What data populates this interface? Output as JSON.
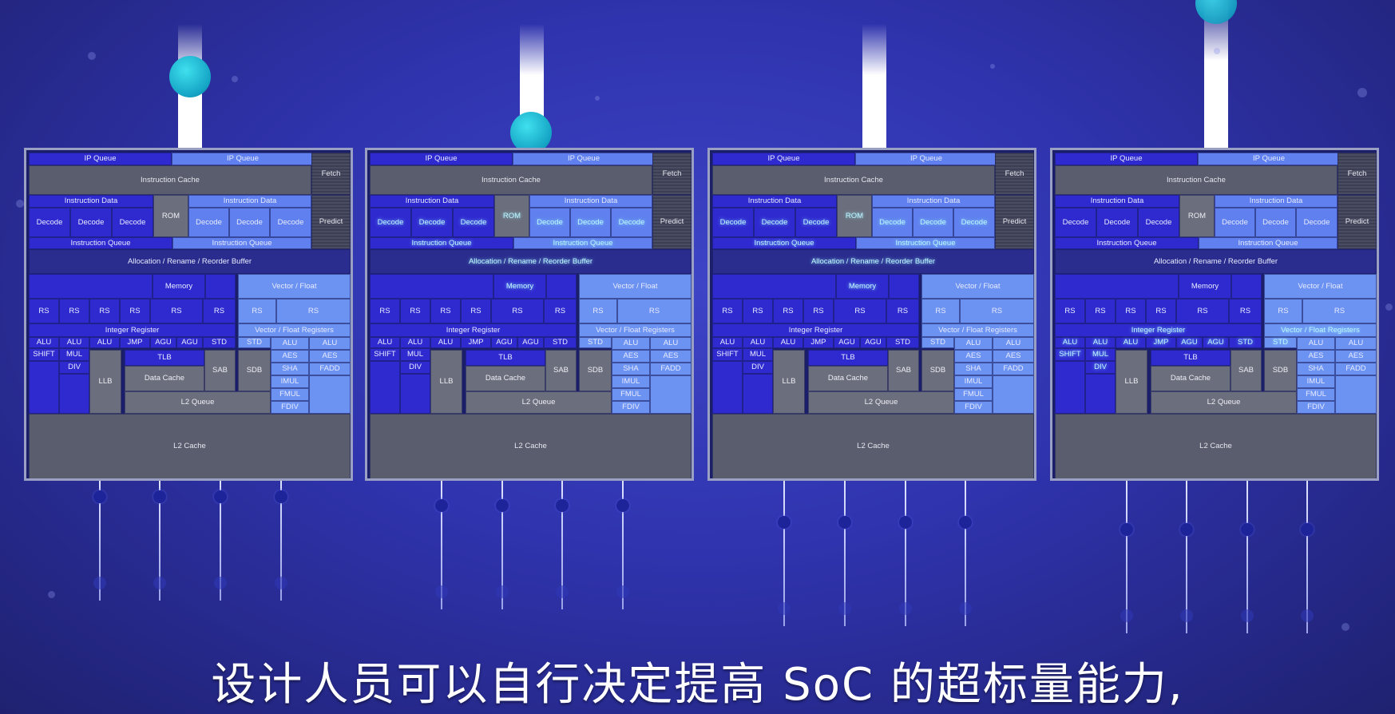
{
  "subtitle": "设计人员可以自行决定提高 SoC 的超标量能力,",
  "core_labels": {
    "ip_queue": "IP Queue",
    "fetch": "Fetch",
    "predict": "Predict",
    "instruction_cache": "Instruction Cache",
    "instruction_data": "Instruction Data",
    "decode": "Decode",
    "rom": "ROM",
    "instruction_queue": "Instruction Queue",
    "allocation": "Allocation / Rename / Reorder Buffer",
    "memory": "Memory",
    "vector_float": "Vector / Float",
    "rs": "RS",
    "integer_register": "Integer Register",
    "vector_float_registers": "Vector / Float Registers",
    "alu": "ALU",
    "jmp": "JMP",
    "agu": "AGU",
    "std": "STD",
    "shift": "SHIFT",
    "mul": "MUL",
    "div": "DIV",
    "tlb": "TLB",
    "sab": "SAB",
    "sdb": "SDB",
    "aes": "AES",
    "sha": "SHA",
    "imul": "IMUL",
    "fmul": "FMUL",
    "fdiv": "FDIV",
    "fadd": "FADD",
    "llb": "LLB",
    "data_cache": "Data Cache",
    "l2_queue": "L2 Queue",
    "l2_cache": "L2 Cache"
  },
  "cores": [
    {
      "highlight": []
    },
    {
      "highlight": [
        "decode",
        "rom",
        "instruction_queue",
        "allocation",
        "memory"
      ]
    },
    {
      "highlight": [
        "decode",
        "rom",
        "instruction_queue",
        "allocation",
        "memory"
      ]
    },
    {
      "highlight": [
        "exec",
        "integer_register",
        "vector_float_registers",
        "std_vec"
      ]
    }
  ],
  "colors": {
    "background": "#2f33ad",
    "core_border": "#9a9fc4",
    "highlight_text": "#bff6ff",
    "ball": "#14a3c4"
  }
}
